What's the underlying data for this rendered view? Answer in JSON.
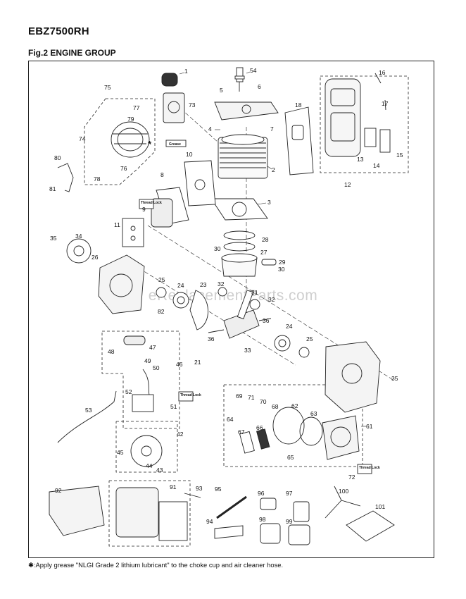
{
  "header": {
    "model": "EBZ7500RH",
    "figure": "Fig.2 ENGINE GROUP"
  },
  "footnote": "✱:Apply grease \"NLGI Grade 2 lithium lubricant\" to the choke cup and air cleaner hose.",
  "watermark": "eReplacementParts.com",
  "tags": {
    "grease": "Grease",
    "thread_lock_1": "Thread Lock",
    "thread_lock_2": "Thread Lock",
    "thread_lock_3": "Thread Lock"
  },
  "callouts": [
    "1",
    "2",
    "3",
    "4",
    "5",
    "6",
    "7",
    "8",
    "9",
    "10",
    "11",
    "12",
    "13",
    "14",
    "15",
    "16",
    "17",
    "18",
    "21",
    "23",
    "24",
    "25",
    "26",
    "27",
    "28",
    "29",
    "30",
    "31",
    "32",
    "33",
    "34",
    "35",
    "36",
    "42",
    "43",
    "44",
    "45",
    "46",
    "47",
    "48",
    "49",
    "50",
    "51",
    "52",
    "53",
    "54",
    "61",
    "62",
    "63",
    "64",
    "65",
    "66",
    "67",
    "68",
    "69",
    "70",
    "71",
    "72",
    "73",
    "74",
    "75",
    "76",
    "77",
    "78",
    "79",
    "80",
    "81",
    "82",
    "91",
    "92",
    "93",
    "94",
    "95",
    "96",
    "97",
    "98",
    "99",
    "100",
    "101"
  ],
  "labels": {
    "c1": "1",
    "c2": "2",
    "c3": "3",
    "c4": "4",
    "c5": "5",
    "c6": "6",
    "c7": "7",
    "c8": "8",
    "c9": "9",
    "c10": "10",
    "c11": "11",
    "c12": "12",
    "c13": "13",
    "c14": "14",
    "c15": "15",
    "c16": "16",
    "c17": "17",
    "c18": "18",
    "c21": "21",
    "c23": "23",
    "c24a": "24",
    "c24b": "24",
    "c25a": "25",
    "c25b": "25",
    "c26": "26",
    "c27": "27",
    "c28": "28",
    "c29": "29",
    "c30a": "30",
    "c30b": "30",
    "c31": "31",
    "c32a": "32",
    "c32b": "32",
    "c33": "33",
    "c34": "34",
    "c35a": "35",
    "c35b": "35",
    "c36a": "36",
    "c36b": "36",
    "c42": "42",
    "c43": "43",
    "c44": "44",
    "c45": "45",
    "c46": "46",
    "c47": "47",
    "c48": "48",
    "c49": "49",
    "c50": "50",
    "c51": "51",
    "c52": "52",
    "c53": "53",
    "c54": "54",
    "c61": "61",
    "c62": "62",
    "c63": "63",
    "c64": "64",
    "c65": "65",
    "c66": "66",
    "c67": "67",
    "c68": "68",
    "c69": "69",
    "c70": "70",
    "c71": "71",
    "c72": "72",
    "c73": "73",
    "c74": "74",
    "c75": "75",
    "c76": "76",
    "c77": "77",
    "c78": "78",
    "c79": "79",
    "c80": "80",
    "c81": "81",
    "c82": "82",
    "c91": "91",
    "c92": "92",
    "c93": "93",
    "c94": "94",
    "c95": "95",
    "c96": "96",
    "c97": "97",
    "c98": "98",
    "c99": "99",
    "c100": "100",
    "c101": "101"
  }
}
